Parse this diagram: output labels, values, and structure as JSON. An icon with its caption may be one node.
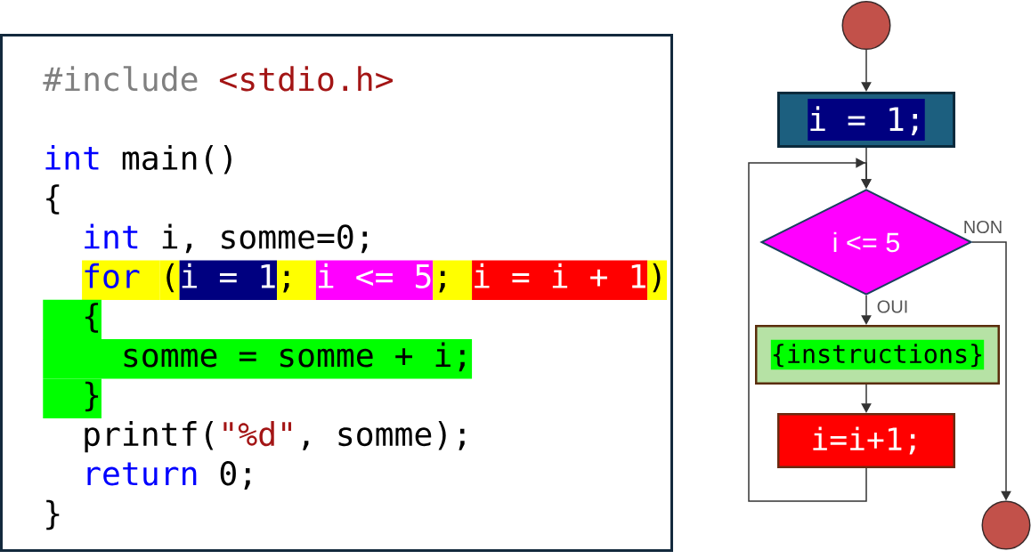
{
  "diagram": {
    "nodes": [
      {
        "text": [
          "#include",
          "<stdio.h>",
          "int",
          "main()",
          "{",
          "int",
          "i, somme=0;",
          "for",
          "(",
          "i = 1",
          ";",
          "i <= 5",
          ";",
          "i = i + 1",
          ")",
          "{",
          "somme = somme + i;",
          "}",
          "printf(",
          "\"%d\"",
          ", somme);",
          "return",
          "0;",
          "}"
        ]
      },
      {
        "text": [],
        "shape": "circle"
      },
      {
        "text": [
          "i = 1;"
        ]
      },
      {
        "text": [
          "i <= 5"
        ]
      },
      {
        "text": [
          "{instructions}"
        ]
      },
      {
        "text": [
          "i=i+1;"
        ]
      },
      {
        "text": [],
        "shape": "circle"
      }
    ],
    "edges": [
      {
        "from": 1,
        "to": 2,
        "arrow": "to"
      },
      {
        "from": 2,
        "to": 3,
        "arrow": "to"
      },
      {
        "from": 3,
        "to": 4,
        "arrow": "to",
        "label": "OUI"
      },
      {
        "from": 4,
        "to": 5,
        "arrow": "to"
      },
      {
        "from": 5,
        "to": 3,
        "arrow": "to"
      },
      {
        "from": 3,
        "to": 6,
        "arrow": "to",
        "label": "NON"
      }
    ]
  }
}
